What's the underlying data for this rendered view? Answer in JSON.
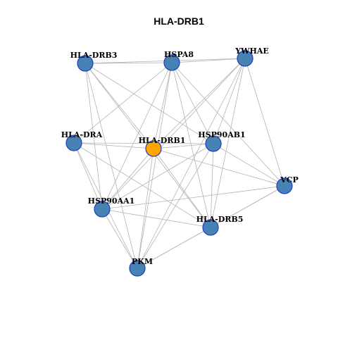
{
  "title": "HLA-DRB1",
  "colors": {
    "node_default": "#4682b4",
    "node_highlight": "#ffa500",
    "node_border": "#1f3fbf",
    "edge": "#b3b3b3"
  },
  "nodes": [
    {
      "id": "HLA-DRB3",
      "label": "HLA-DRB3",
      "highlight": false
    },
    {
      "id": "HSPA8",
      "label": "HSPA8",
      "highlight": false
    },
    {
      "id": "YWHAE",
      "label": "YWHAE",
      "highlight": false
    },
    {
      "id": "HLA-DRA",
      "label": "HLA-DRA",
      "highlight": false
    },
    {
      "id": "HLA-DRB1",
      "label": "HLA-DRB1",
      "highlight": true
    },
    {
      "id": "HSP90AB1",
      "label": "HSP90AB1",
      "highlight": false
    },
    {
      "id": "VCP",
      "label": "VCP",
      "highlight": false
    },
    {
      "id": "HSP90AA1",
      "label": "HSP90AA1",
      "highlight": false
    },
    {
      "id": "HLA-DRB5",
      "label": "HLA-DRB5",
      "highlight": false
    },
    {
      "id": "PKM",
      "label": "PKM",
      "highlight": false
    }
  ],
  "edges": [
    [
      "HLA-DRB3",
      "HSPA8"
    ],
    [
      "HLA-DRB3",
      "YWHAE"
    ],
    [
      "HLA-DRB3",
      "HLA-DRB1"
    ],
    [
      "HLA-DRB3",
      "HSP90AB1"
    ],
    [
      "HLA-DRB3",
      "HSP90AA1"
    ],
    [
      "HLA-DRB3",
      "HLA-DRB5"
    ],
    [
      "HLA-DRB3",
      "PKM"
    ],
    [
      "HSPA8",
      "YWHAE"
    ],
    [
      "HSPA8",
      "HLA-DRA"
    ],
    [
      "HSPA8",
      "HLA-DRB1"
    ],
    [
      "HSPA8",
      "HSP90AB1"
    ],
    [
      "HSPA8",
      "VCP"
    ],
    [
      "HSPA8",
      "HSP90AA1"
    ],
    [
      "HSPA8",
      "HLA-DRB5"
    ],
    [
      "HSPA8",
      "PKM"
    ],
    [
      "YWHAE",
      "HLA-DRB1"
    ],
    [
      "YWHAE",
      "HSP90AB1"
    ],
    [
      "YWHAE",
      "VCP"
    ],
    [
      "YWHAE",
      "HSP90AA1"
    ],
    [
      "YWHAE",
      "HLA-DRB5"
    ],
    [
      "YWHAE",
      "PKM"
    ],
    [
      "HLA-DRA",
      "HLA-DRB1"
    ],
    [
      "HLA-DRA",
      "HSP90AB1"
    ],
    [
      "HLA-DRA",
      "HSP90AA1"
    ],
    [
      "HLA-DRA",
      "HLA-DRB5"
    ],
    [
      "HLA-DRA",
      "PKM"
    ],
    [
      "HLA-DRB1",
      "HSP90AB1"
    ],
    [
      "HLA-DRB1",
      "VCP"
    ],
    [
      "HLA-DRB1",
      "HSP90AA1"
    ],
    [
      "HLA-DRB1",
      "HLA-DRB5"
    ],
    [
      "HLA-DRB1",
      "PKM"
    ],
    [
      "HSP90AB1",
      "VCP"
    ],
    [
      "HSP90AB1",
      "HSP90AA1"
    ],
    [
      "HSP90AB1",
      "HLA-DRB5"
    ],
    [
      "HSP90AB1",
      "PKM"
    ],
    [
      "VCP",
      "HSP90AA1"
    ],
    [
      "VCP",
      "HLA-DRB5"
    ],
    [
      "VCP",
      "PKM"
    ],
    [
      "HSP90AA1",
      "HLA-DRB5"
    ],
    [
      "HSP90AA1",
      "PKM"
    ],
    [
      "HLA-DRB5",
      "PKM"
    ]
  ]
}
